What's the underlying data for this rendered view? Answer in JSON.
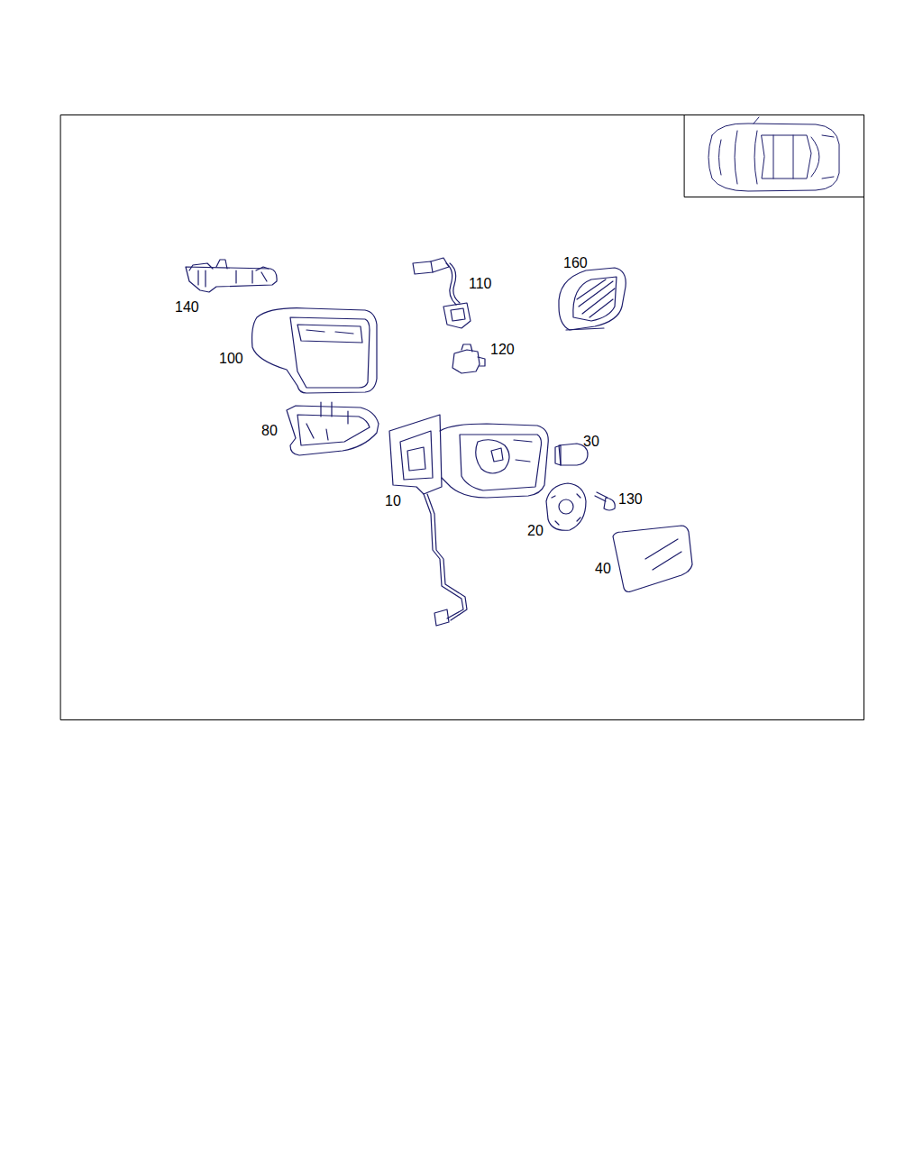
{
  "diagram": {
    "labels": [
      "140",
      "110",
      "160",
      "100",
      "120",
      "80",
      "30",
      "10",
      "130",
      "20",
      "40"
    ]
  }
}
